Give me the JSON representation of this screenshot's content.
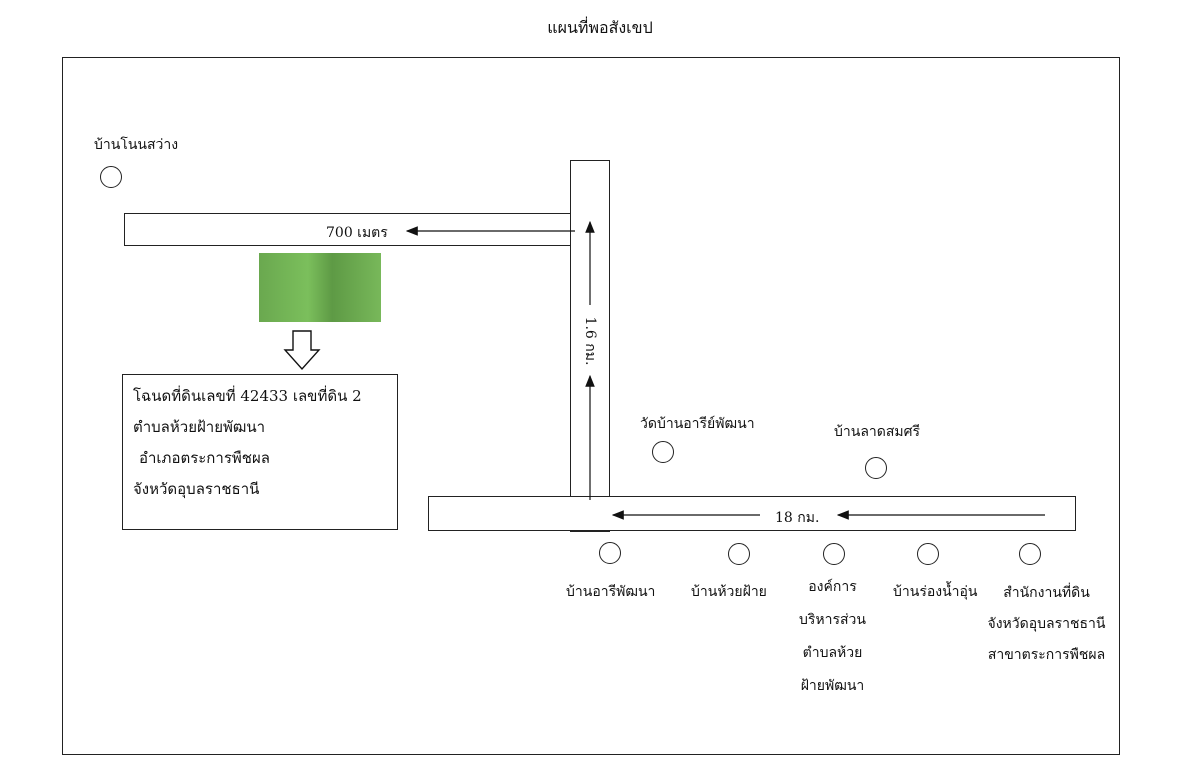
{
  "title": "แผนที่พอสังเขป",
  "roads": {
    "top_distance": "700 เมตร",
    "vertical_distance": "1.6 กม.",
    "bottom_distance": "18 กม."
  },
  "places": {
    "ban_non_sawang": "บ้านโนนสว่าง",
    "wat_ban_ari": "วัดบ้านอารีย์พัฒนา",
    "ban_lat_somsri": "บ้านลาดสมศรี",
    "ban_ari_phatthana": "บ้านอารีพัฒนา",
    "ban_huai_fai": "บ้านห้วยฝ้าย",
    "tao_lines": [
      "องค์การ",
      "บริหารส่วน",
      "ตำบลห้วย",
      "ฝ้ายพัฒนา"
    ],
    "ban_rong_nam_un": "บ้านร่องน้ำอุ่น",
    "land_office_lines": [
      "สำนักงานที่ดิน",
      "จังหวัดอุบลราชธานี",
      "สาขาตระการพืชผล"
    ]
  },
  "land": {
    "plot_color": "#6aa84f",
    "lines": [
      "โฉนดที่ดินเลขที่ 42433 เลขที่ดิน 2",
      "ตำบลห้วยฝ้ายพัฒนา",
      "อำเภอตระการพืชผล",
      "จังหวัดอุบลราชธานี"
    ]
  }
}
